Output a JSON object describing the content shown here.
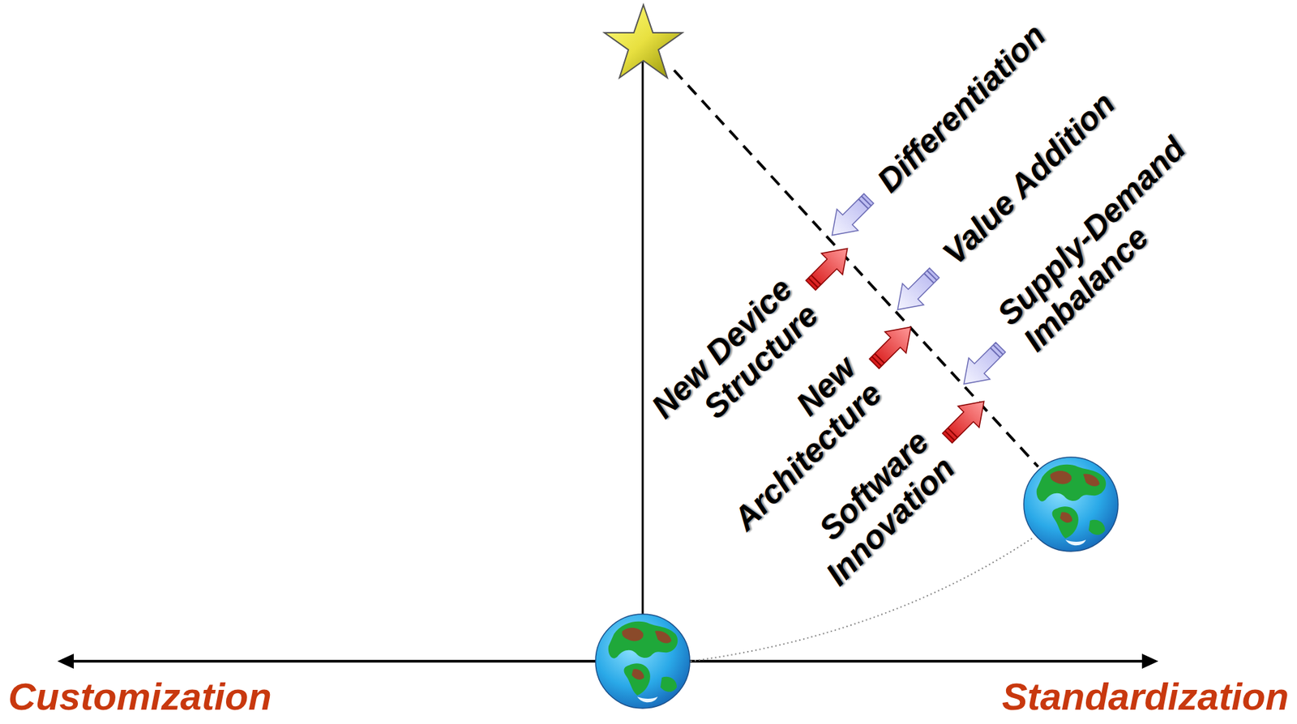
{
  "diagram": {
    "labels": [
      "Customization",
      "Standardization",
      "Differentiation",
      "Value Addition",
      "Supply-Demand Imbalance",
      "New Device Structure",
      "New Architecture",
      "Software Innovation"
    ]
  }
}
